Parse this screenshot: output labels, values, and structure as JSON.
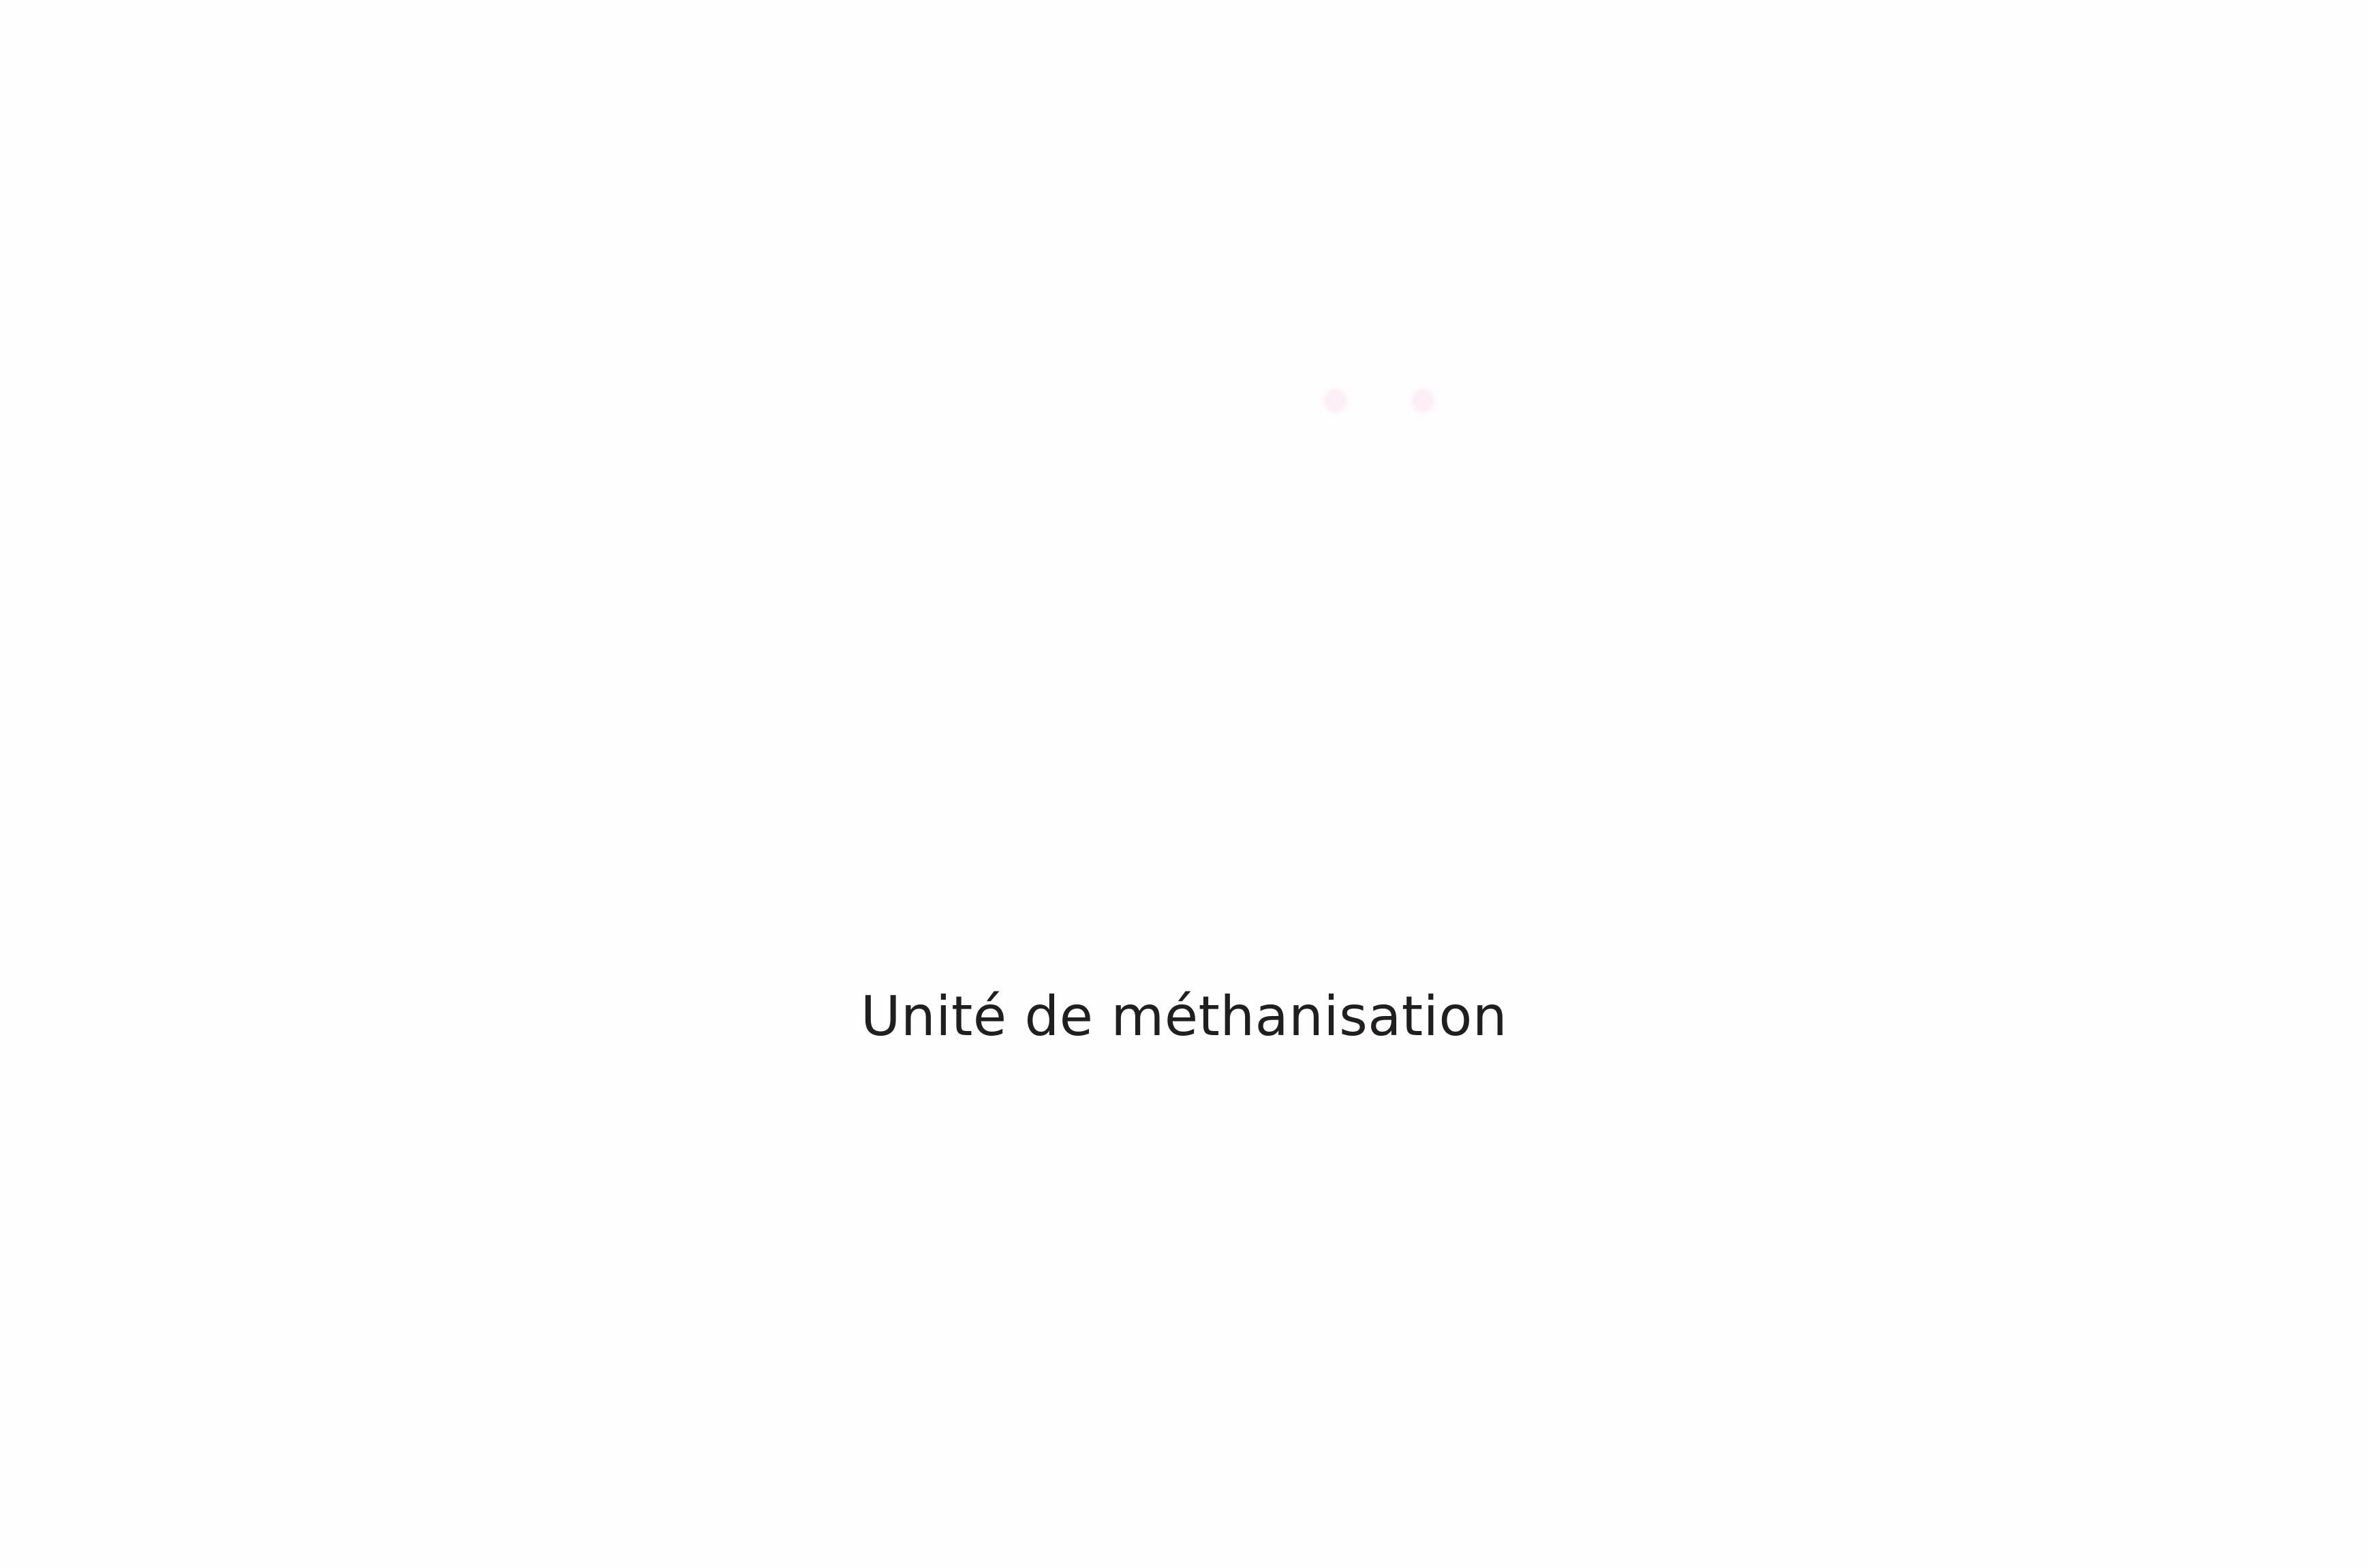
{
  "content": {
    "title": "Unité de méthanisation",
    "decor_icons": [
      "small-faint-pink-dot",
      "small-faint-pink-dot"
    ]
  },
  "colors": {
    "background": "#fffdfe",
    "title_text": "#1f1f1f",
    "dot": "#fbeef6"
  }
}
